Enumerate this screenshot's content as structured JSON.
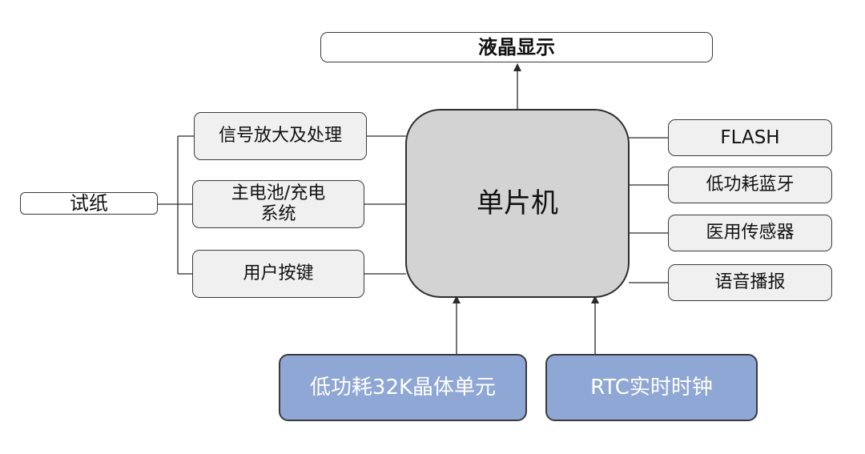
{
  "diagram": {
    "display": "液晶显示",
    "mcu": "单片机",
    "test_strip": "试纸",
    "left_modules": [
      "信号放大及处理",
      "主电池/充电",
      "系统",
      "用户按键"
    ],
    "right_modules": [
      "FLASH",
      "低功耗蓝牙",
      "医用传感器",
      "语音播报"
    ],
    "bottom_modules": [
      "低功耗32K晶体单元",
      "RTC实时时钟"
    ],
    "colors": {
      "mcu_fill": "#d3d3d3",
      "module_fill": "#f0f0f0",
      "clock_fill": "#8fa7d4",
      "line": "#2b2b2b"
    }
  }
}
